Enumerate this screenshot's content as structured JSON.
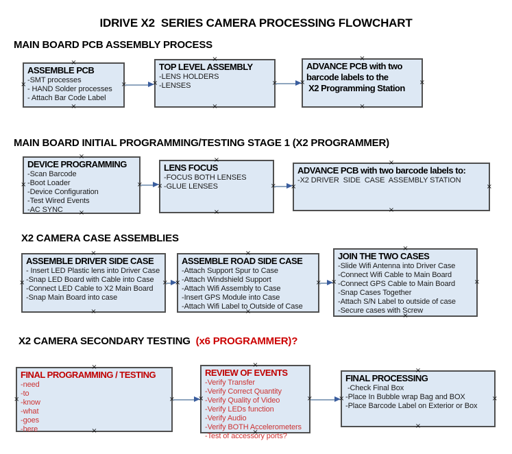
{
  "title": "IDRIVE X2  SERIES CAMERA PROCESSING FLOWCHART",
  "icons": {
    "handle": "×",
    "arrow_head": "right-pointing-triangle"
  },
  "colors": {
    "box_fill": "#dde8f4",
    "box_border": "#4f4f4f",
    "arrow_line": "#8ea5be",
    "arrow_head": "#3b5e9e",
    "red_title": "#c00000",
    "red_text": "#cc3333"
  },
  "sections": [
    {
      "header": "MAIN BOARD PCB ASSEMBLY PROCESS",
      "boxes": [
        {
          "title": "ASSEMBLE PCB",
          "items": [
            "-SMT processes",
            "- HAND Solder processes",
            "- Attach Bar Code Label"
          ]
        },
        {
          "title": "TOP LEVEL ASSEMBLY",
          "items": [
            "-LENS HOLDERS",
            "-LENSES"
          ]
        },
        {
          "title": "ADVANCE PCB with two\nbarcode labels to the\n X2 Programming Station",
          "items": []
        }
      ]
    },
    {
      "header": "MAIN BOARD INITIAL PROGRAMMING/TESTING STAGE 1 (X2 PROGRAMMER)",
      "boxes": [
        {
          "title": "DEVICE PROGRAMMING",
          "items": [
            "-Scan Barcode",
            "-Boot Loader",
            "-Device Configuration",
            "-Test Wired Events",
            "-AC SYNC"
          ]
        },
        {
          "title": "LENS FOCUS",
          "items": [
            "-FOCUS BOTH LENSES",
            "-GLUE LENSES"
          ]
        },
        {
          "title": "ADVANCE PCB with two barcode labels to:",
          "items": [
            "-X2 DRIVER  SIDE  CASE  ASSEMBLY STATION"
          ]
        }
      ]
    },
    {
      "header": "X2 CAMERA CASE ASSEMBLIES",
      "boxes": [
        {
          "title": "ASSEMBLE DRIVER SIDE CASE",
          "items": [
            "- Insert LED Plastic lens into Driver Case",
            "-Snap LED Board with Cable into Case",
            "-Connect LED Cable to X2 Main Board",
            "-Snap Main Board into case"
          ]
        },
        {
          "title": "ASSEMBLE ROAD SIDE CASE",
          "items": [
            "-Attach Support Spur to Case",
            "-Attach Windshield Support",
            "-Attach Wifi Assembly to Case",
            "-Insert GPS Module into Case",
            "-Attach Wifi Label to Outside of Case"
          ]
        },
        {
          "title": "JOIN THE TWO CASES",
          "items": [
            "-Slide Wifi Antenna into Driver Case",
            "-Connect Wifi Cable to Main Board",
            "-Connect GPS Cable to Main Board",
            "-Snap Cases Together",
            "-Attach S/N Label to outside of case",
            "-Secure cases with Screw"
          ]
        }
      ]
    },
    {
      "header": "X2 CAMERA SECONDARY TESTING ",
      "header_suffix": " (x6 PROGRAMMER)?",
      "boxes": [
        {
          "title": "FINAL PROGRAMMING / TESTING",
          "items": [
            "-need",
            "-to",
            "-know",
            "-what",
            "-goes",
            "-here"
          ]
        },
        {
          "title": "REVIEW OF EVENTS",
          "items": [
            "-Verify Transfer",
            "-Verify Correct Quantity",
            "-Verify Quality of Video",
            "-Verify LEDs function",
            "-Verify Audio",
            "-Verify BOTH Accelerometers",
            "-Test of accessory ports?"
          ]
        },
        {
          "title": "FINAL PROCESSING",
          "items": [
            " -Check Final Box",
            "-Place In Bubble wrap Bag and BOX",
            "-Place Barcode Label on Exterior or Box"
          ]
        }
      ]
    }
  ]
}
